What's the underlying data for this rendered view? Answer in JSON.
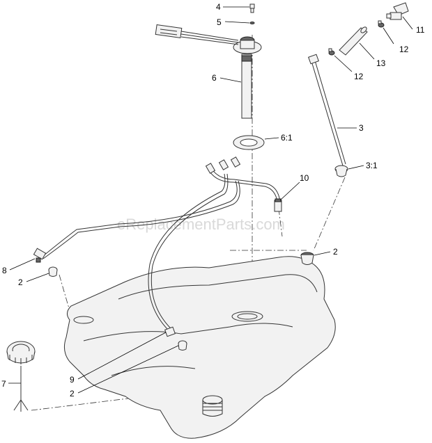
{
  "watermark": "eReplacementParts.com",
  "callouts": [
    {
      "id": "c4",
      "label": "4"
    },
    {
      "id": "c5",
      "label": "5"
    },
    {
      "id": "c6",
      "label": "6"
    },
    {
      "id": "c6-1",
      "label": "6:1"
    },
    {
      "id": "c3",
      "label": "3"
    },
    {
      "id": "c3-1",
      "label": "3:1"
    },
    {
      "id": "c10",
      "label": "10"
    },
    {
      "id": "c11",
      "label": "11"
    },
    {
      "id": "c12a",
      "label": "12"
    },
    {
      "id": "c12b",
      "label": "12"
    },
    {
      "id": "c13",
      "label": "13"
    },
    {
      "id": "c2a",
      "label": "2"
    },
    {
      "id": "c2b",
      "label": "2"
    },
    {
      "id": "c2c",
      "label": "2"
    },
    {
      "id": "c8",
      "label": "8"
    },
    {
      "id": "c7",
      "label": "7"
    },
    {
      "id": "c9",
      "label": "9"
    }
  ]
}
